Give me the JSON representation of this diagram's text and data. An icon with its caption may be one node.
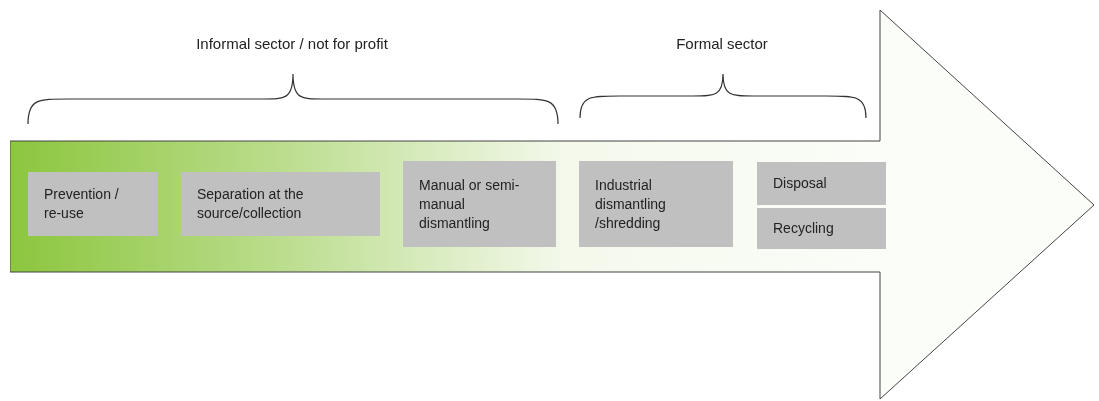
{
  "diagram": {
    "nodes": [
      {
        "text": [],
        "shape": "arrow"
      },
      {
        "text": [
          "Prevention / re-use"
        ],
        "in": 0
      },
      {
        "text": [
          "Separation at the source/collection"
        ],
        "in": 0
      },
      {
        "text": [
          "Manual or semi-manual dismantling"
        ],
        "in": 0
      },
      {
        "text": [
          "Industrial dismantling /shredding"
        ],
        "in": 0
      },
      {
        "text": [
          "Disposal"
        ],
        "in": 0
      },
      {
        "text": [
          "Recycling"
        ],
        "in": 0
      }
    ],
    "labels": [
      "Informal sector / not for profit",
      "Formal sector"
    ]
  }
}
